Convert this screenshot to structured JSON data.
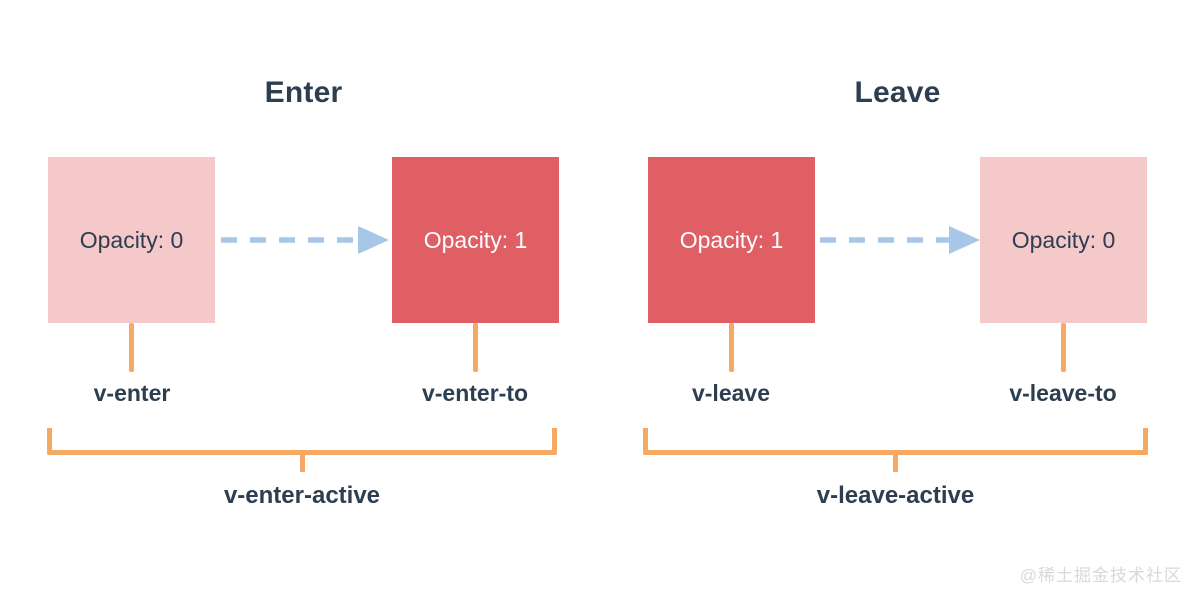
{
  "panels": [
    {
      "title": "Enter",
      "from_box": {
        "label": "Opacity: 0",
        "style": "faded"
      },
      "to_box": {
        "label": "Opacity: 1",
        "style": "solid"
      },
      "from_label": "v-enter",
      "to_label": "v-enter-to",
      "active_label": "v-enter-active"
    },
    {
      "title": "Leave",
      "from_box": {
        "label": "Opacity: 1",
        "style": "solid"
      },
      "to_box": {
        "label": "Opacity: 0",
        "style": "faded"
      },
      "from_label": "v-leave",
      "to_label": "v-leave-to",
      "active_label": "v-leave-active"
    }
  ],
  "watermark": {
    "text": "@稀土掘金技术社区"
  },
  "colors": {
    "text_navy": "#2c3e50",
    "box_faded_pink": "#f5c8ca",
    "box_solid_red": "#df5f65",
    "bracket_orange": "#f5a962",
    "arrow_blue": "#a6c7e7",
    "watermark_gray": "#d9d9d9",
    "background": "#ffffff"
  }
}
